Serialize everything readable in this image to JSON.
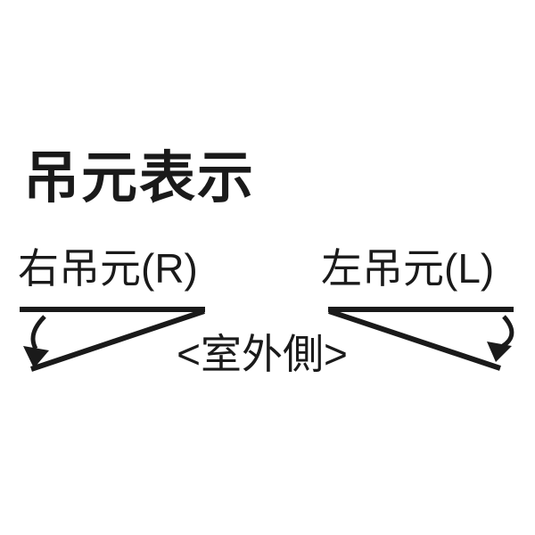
{
  "colors": {
    "ink": "#1a1a1a",
    "background": "#ffffff"
  },
  "title": "吊元表示",
  "figures": {
    "right_hinge": {
      "label": "右吊元(R)",
      "icon": "curved-down-arrow",
      "position": "left"
    },
    "left_hinge": {
      "label": "左吊元(L)",
      "icon": "curved-down-arrow",
      "position": "right"
    }
  },
  "center_caption": "<室外側>"
}
